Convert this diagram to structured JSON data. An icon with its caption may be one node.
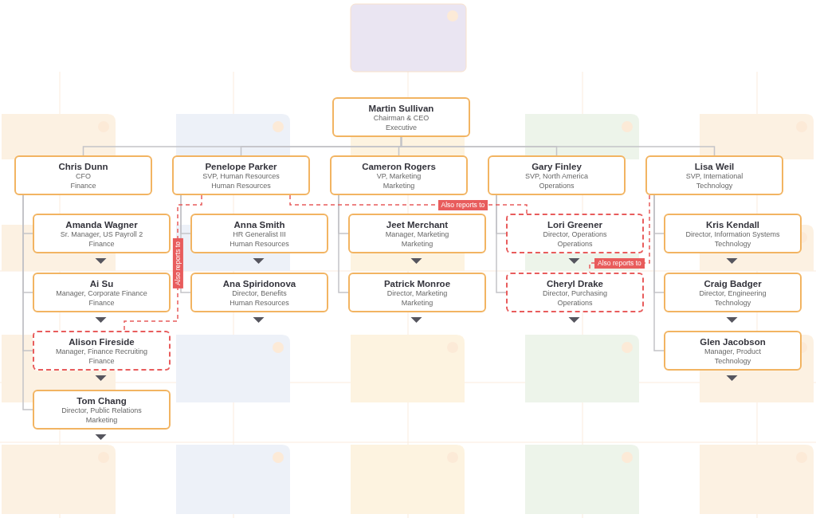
{
  "diagram": {
    "nodes": [
      {
        "text": [
          "Martin Sullivan",
          "Chairman & CEO",
          "Executive"
        ]
      },
      {
        "text": [
          "Chris Dunn",
          "CFO",
          "Finance"
        ]
      },
      {
        "text": [
          "Penelope Parker",
          "SVP, Human Resources",
          "Human Resources"
        ]
      },
      {
        "text": [
          "Cameron Rogers",
          "VP, Marketing",
          "Marketing"
        ]
      },
      {
        "text": [
          "Gary Finley",
          "SVP, North America",
          "Operations"
        ]
      },
      {
        "text": [
          "Lisa Weil",
          "SVP, International",
          "Technology"
        ]
      },
      {
        "text": [
          "Amanda Wagner",
          "Sr. Manager, US Payroll 2",
          "Finance"
        ]
      },
      {
        "text": [
          "Anna Smith",
          "HR Generalist III",
          "Human Resources"
        ]
      },
      {
        "text": [
          "Jeet Merchant",
          "Manager, Marketing",
          "Marketing"
        ]
      },
      {
        "text": [
          "Lori Greener",
          "Director, Operations",
          "Operations"
        ]
      },
      {
        "text": [
          "Kris Kendall",
          "Director, Information Systems",
          "Technology"
        ]
      },
      {
        "text": [
          "Ai Su",
          "Manager, Corporate Finance",
          "Finance"
        ]
      },
      {
        "text": [
          "Ana Spiridonova",
          "Director, Benefits",
          "Human Resources"
        ]
      },
      {
        "text": [
          "Patrick Monroe",
          "Director, Marketing",
          "Marketing"
        ]
      },
      {
        "text": [
          "Cheryl Drake",
          "Director, Purchasing",
          "Operations"
        ]
      },
      {
        "text": [
          "Craig Badger",
          "Director, Engineering",
          "Technology"
        ]
      },
      {
        "text": [
          "Alison Fireside",
          "Manager, Finance Recruiting",
          "Finance"
        ]
      },
      {
        "text": [
          "Glen Jacobson",
          "Manager, Product",
          "Technology"
        ]
      },
      {
        "text": [
          "Tom Chang",
          "Director, Public Relations",
          "Marketing"
        ]
      }
    ],
    "edges": [
      {
        "from": 0,
        "to": 1,
        "arrow": "none"
      },
      {
        "from": 0,
        "to": 2,
        "arrow": "none"
      },
      {
        "from": 0,
        "to": 3,
        "arrow": "none"
      },
      {
        "from": 0,
        "to": 4,
        "arrow": "none"
      },
      {
        "from": 0,
        "to": 5,
        "arrow": "none"
      },
      {
        "from": 1,
        "to": 6,
        "arrow": "none"
      },
      {
        "from": 1,
        "to": 11,
        "arrow": "none"
      },
      {
        "from": 1,
        "to": 16,
        "arrow": "none"
      },
      {
        "from": 1,
        "to": 18,
        "arrow": "none"
      },
      {
        "from": 2,
        "to": 7,
        "arrow": "none"
      },
      {
        "from": 2,
        "to": 12,
        "arrow": "none"
      },
      {
        "from": 3,
        "to": 8,
        "arrow": "none"
      },
      {
        "from": 3,
        "to": 13,
        "arrow": "none"
      },
      {
        "from": 4,
        "to": 9,
        "arrow": "none"
      },
      {
        "from": 4,
        "to": 14,
        "arrow": "none"
      },
      {
        "from": 5,
        "to": 10,
        "arrow": "none"
      },
      {
        "from": 5,
        "to": 15,
        "arrow": "none"
      },
      {
        "from": 5,
        "to": 17,
        "arrow": "none"
      },
      {
        "from": 2,
        "to": 16,
        "arrow": "none",
        "label": "Also reports to",
        "style": "dashed",
        "color": "#e85c5c"
      },
      {
        "from": 2,
        "to": 9,
        "arrow": "none",
        "label": "Also reports to",
        "style": "dashed",
        "color": "#e85c5c"
      },
      {
        "from": 5,
        "to": 14,
        "arrow": "none",
        "label": "Also reports to",
        "style": "dashed",
        "color": "#e85c5c"
      }
    ]
  }
}
